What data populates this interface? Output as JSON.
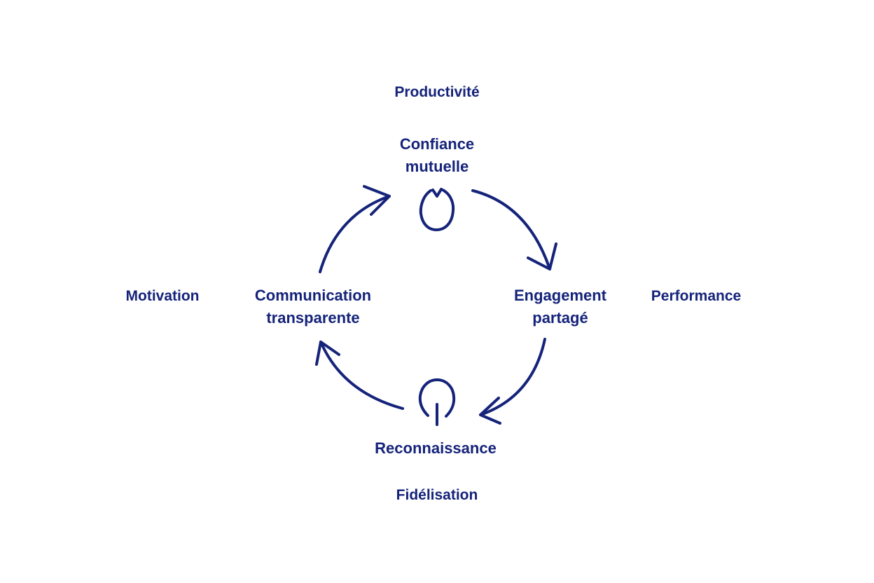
{
  "outer_labels": {
    "top": "Productivité",
    "left": "Motivation",
    "right": "Performance",
    "bottom": "Fidélisation"
  },
  "nodes": {
    "top": {
      "line1": "Confiance",
      "line2": "mutuelle"
    },
    "left": {
      "line1": "Communication",
      "line2": "transparente"
    },
    "right": {
      "line1": "Engagement",
      "line2": "partagé"
    },
    "bottom": {
      "line1": "Reconnaissance"
    }
  },
  "colors": {
    "primary": "#15237a",
    "background": "#ffffff"
  },
  "icons": {
    "top": "cycle-icon",
    "bottom": "power-icon"
  }
}
